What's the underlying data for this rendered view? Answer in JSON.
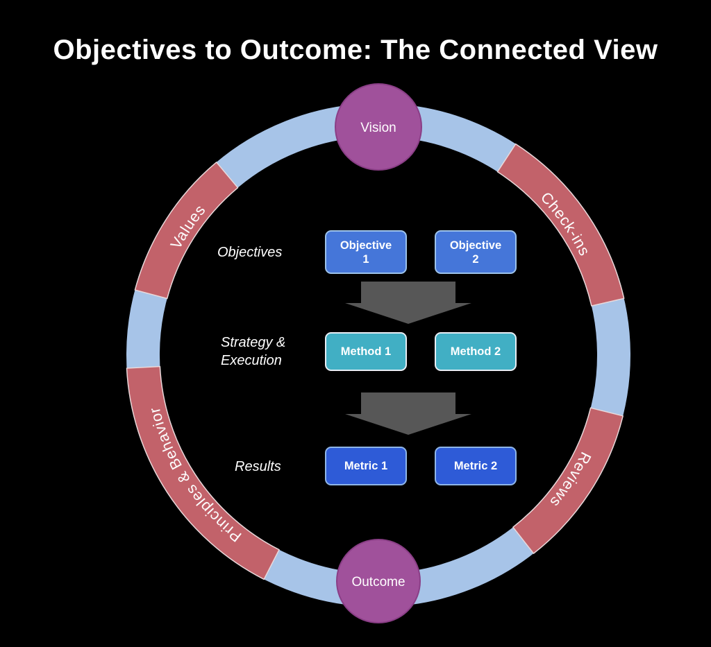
{
  "title": "Objectives to Outcome: The Connected View",
  "ring": {
    "nodes": {
      "top": "Vision",
      "bottom": "Outcome"
    },
    "segments": {
      "values": "Values",
      "checkins": "Check-ins",
      "reviews": "Reviews",
      "principles": "Principles & Behavior"
    }
  },
  "flow": {
    "rows": [
      {
        "label": "Objectives",
        "boxes": [
          "Objective 1",
          "Objective 2"
        ]
      },
      {
        "label": "Strategy & Execution",
        "boxes": [
          "Method 1",
          "Method 2"
        ]
      },
      {
        "label": "Results",
        "boxes": [
          "Metric 1",
          "Metric 2"
        ]
      }
    ]
  },
  "colors": {
    "background": "#000000",
    "ring_blue": "#A7C4E8",
    "segment_red": "#C2626A",
    "node_purple": "#A0519B",
    "objective_blue": "#4576D9",
    "method_teal": "#41AFC4",
    "metric_blue": "#2E5BD7",
    "arrow_gray": "#575757"
  }
}
